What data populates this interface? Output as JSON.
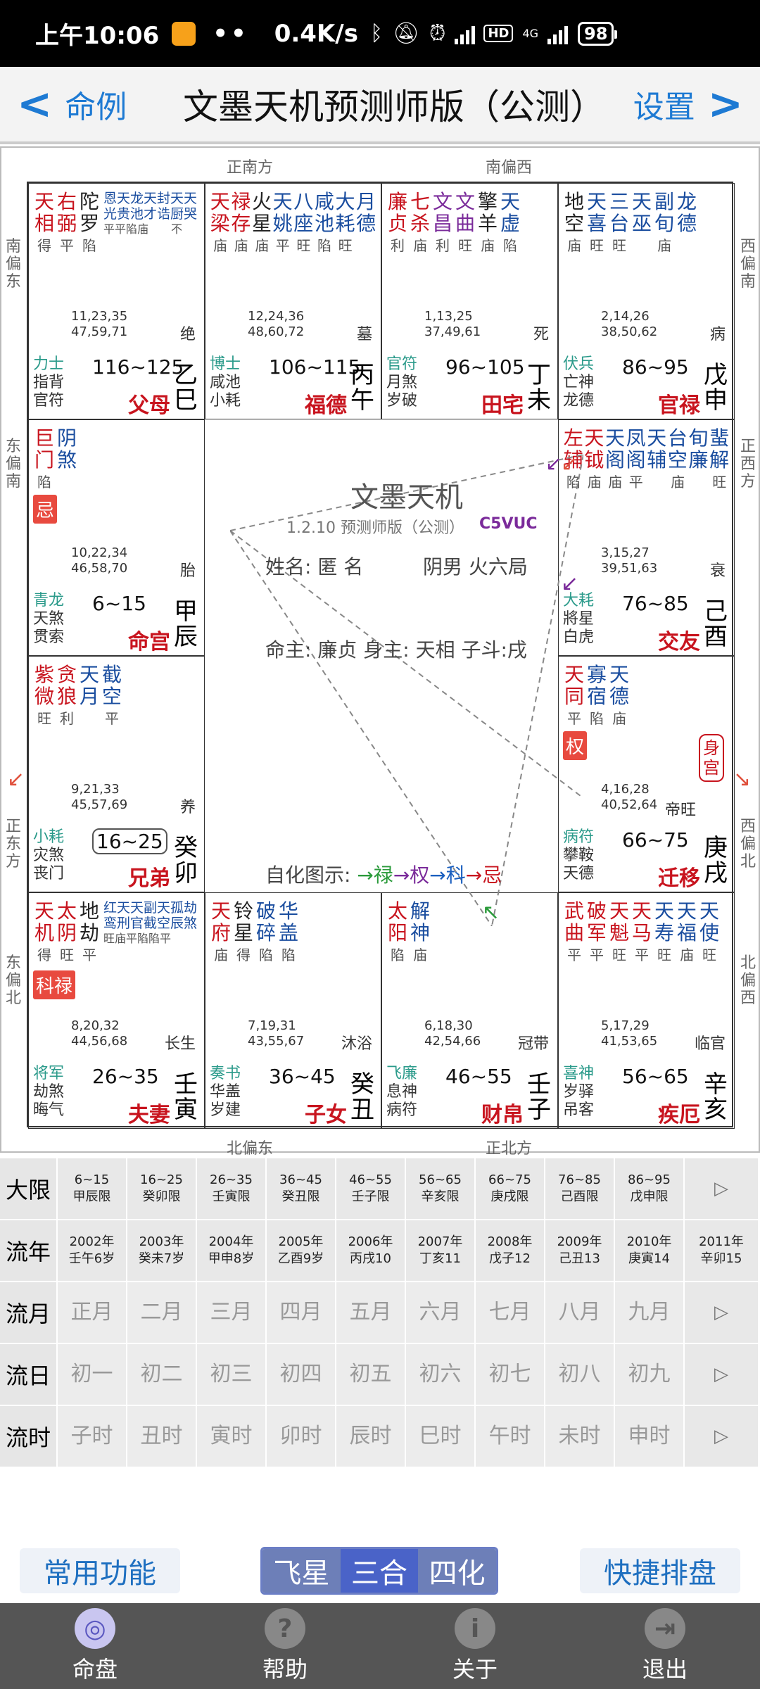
{
  "status_bar": {
    "time": "上午10:06",
    "dots": "••",
    "speed": "0.4K/s",
    "hd": "HD",
    "net": "4G",
    "battery": "98"
  },
  "header": {
    "back_label": "命例",
    "title": "文墨天机预测师版（公测）",
    "settings_label": "设置"
  },
  "directions": {
    "top_left": "正南方",
    "top_right": "南偏西",
    "bottom_left": "北偏东",
    "bottom_right": "正北方",
    "left_1": "南偏东",
    "left_2": "东偏南",
    "left_3": "正东方",
    "left_4": "东偏北",
    "right_1": "西偏南",
    "right_2": "正西方",
    "right_3": "西偏北",
    "right_4": "北偏西"
  },
  "cells": {
    "si": {
      "stars": [
        [
          "天",
          "相",
          "得",
          "red"
        ],
        [
          "右",
          "弼",
          "平",
          "red"
        ],
        [
          "陀",
          "罗",
          "陷",
          "black"
        ]
      ],
      "minor_top": "恩天龙天封天天",
      "minor_bottom": "光贵池才诰厨哭",
      "minor_bright": "平平陷庙　　不",
      "nums1": "11,23,35",
      "nums2": "47,59,71",
      "life": "绝",
      "god1": "力士",
      "god2": "指背",
      "god3": "官符",
      "range": "116~125",
      "palace": "父母",
      "gz1": "乙",
      "gz2": "巳"
    },
    "wu": {
      "stars": [
        [
          "天",
          "梁",
          "庙",
          "red"
        ],
        [
          "禄",
          "存",
          "庙",
          "red"
        ],
        [
          "火",
          "星",
          "庙",
          "black"
        ],
        [
          "天",
          "姚",
          "平",
          "blue"
        ],
        [
          "八",
          "座",
          "旺",
          "blue"
        ],
        [
          "咸",
          "池",
          "陷",
          "blue"
        ],
        [
          "大",
          "耗",
          "旺",
          "blue"
        ],
        [
          "月",
          "德",
          "",
          "blue"
        ]
      ],
      "nums1": "12,24,36",
      "nums2": "48,60,72",
      "life": "墓",
      "god1": "博士",
      "god2": "咸池",
      "god3": "小耗",
      "range": "106~115",
      "palace": "福德",
      "gz1": "丙",
      "gz2": "午"
    },
    "wei": {
      "stars": [
        [
          "廉",
          "贞",
          "利",
          "red"
        ],
        [
          "七",
          "杀",
          "庙",
          "red"
        ],
        [
          "文",
          "昌",
          "利",
          "purple"
        ],
        [
          "文",
          "曲",
          "旺",
          "purple"
        ],
        [
          "擎",
          "羊",
          "庙",
          "black"
        ],
        [
          "天",
          "虚",
          "陷",
          "blue"
        ]
      ],
      "nums1": "1,13,25",
      "nums2": "37,49,61",
      "life": "死",
      "god1": "官符",
      "god2": "月煞",
      "god3": "岁破",
      "range": "96~105",
      "palace": "田宅",
      "gz1": "丁",
      "gz2": "未"
    },
    "shen": {
      "stars": [
        [
          "地",
          "空",
          "庙",
          "black"
        ],
        [
          "天",
          "喜",
          "旺",
          "blue"
        ],
        [
          "三",
          "台",
          "旺",
          "blue"
        ],
        [
          "天",
          "巫",
          "",
          "blue"
        ],
        [
          "副",
          "旬",
          "庙",
          "blue"
        ],
        [
          "龙",
          "德",
          "",
          "blue"
        ]
      ],
      "nums1": "2,14,26",
      "nums2": "38,50,62",
      "life": "病",
      "god1": "伏兵",
      "god2": "亡神",
      "god3": "龙德",
      "range": "86~95",
      "palace": "官禄",
      "gz1": "戊",
      "gz2": "申"
    },
    "chen": {
      "stars": [
        [
          "巨",
          "门",
          "陷",
          "red"
        ],
        [
          "阴",
          "煞",
          "",
          "blue"
        ]
      ],
      "hua": "忌",
      "nums1": "10,22,34",
      "nums2": "46,58,70",
      "life": "胎",
      "god1": "青龙",
      "god2": "天煞",
      "god3": "贯索",
      "range": "6~15",
      "palace": "命宫",
      "gz1": "甲",
      "gz2": "辰"
    },
    "you": {
      "stars": [
        [
          "左",
          "辅",
          "陷",
          "red"
        ],
        [
          "天",
          "钺",
          "庙",
          "red"
        ],
        [
          "天",
          "阁",
          "庙",
          "blue"
        ],
        [
          "凤",
          "阁",
          "平",
          "blue"
        ],
        [
          "天",
          "辅",
          "",
          "blue"
        ],
        [
          "台",
          "空",
          "庙",
          "blue"
        ],
        [
          "旬",
          "廉",
          "",
          "blue"
        ],
        [
          "蜚",
          "解",
          "旺",
          "blue"
        ]
      ],
      "nums1": "3,15,27",
      "nums2": "39,51,63",
      "life": "衰",
      "god1": "大耗",
      "god2": "將星",
      "god3": "白虎",
      "range": "76~85",
      "palace": "交友",
      "gz1": "己",
      "gz2": "酉"
    },
    "mao": {
      "stars": [
        [
          "紫",
          "微",
          "旺",
          "red"
        ],
        [
          "贪",
          "狼",
          "利",
          "red"
        ],
        [
          "天",
          "月",
          "",
          "blue"
        ],
        [
          "截",
          "空",
          "平",
          "blue"
        ]
      ],
      "nums1": "9,21,33",
      "nums2": "45,57,69",
      "life": "养",
      "god1": "小耗",
      "god2": "灾煞",
      "god3": "丧门",
      "range": "16~25",
      "palace": "兄弟",
      "gz1": "癸",
      "gz2": "卯"
    },
    "xu": {
      "stars": [
        [
          "天",
          "同",
          "平",
          "red"
        ],
        [
          "寡",
          "宿",
          "陷",
          "blue"
        ],
        [
          "天",
          "德",
          "庙",
          "blue"
        ]
      ],
      "hua": "权",
      "seal": "身宫",
      "nums1": "4,16,28",
      "nums2": "40,52,64",
      "life": "帝旺",
      "god1": "病符",
      "god2": "攀鞍",
      "god3": "天德",
      "range": "66~75",
      "palace": "迁移",
      "gz1": "庚",
      "gz2": "戌"
    },
    "yin": {
      "stars": [
        [
          "天",
          "机",
          "得",
          "red"
        ],
        [
          "太",
          "阴",
          "旺",
          "red"
        ],
        [
          "地",
          "劫",
          "平",
          "black"
        ]
      ],
      "minor_top": "红天天副天孤劫",
      "minor_bottom": "鸾刑官截空辰煞",
      "minor_bright": "旺庙平陷陷平",
      "hua": "科禄",
      "nums1": "8,20,32",
      "nums2": "44,56,68",
      "life": "长生",
      "god1": "将军",
      "god2": "劫煞",
      "god3": "晦气",
      "range": "26~35",
      "palace": "夫妻",
      "gz1": "壬",
      "gz2": "寅"
    },
    "chou": {
      "stars": [
        [
          "天",
          "府",
          "庙",
          "red"
        ],
        [
          "铃",
          "星",
          "得",
          "black"
        ],
        [
          "破",
          "碎",
          "陷",
          "blue"
        ],
        [
          "华",
          "盖",
          "陷",
          "blue"
        ]
      ],
      "nums1": "7,19,31",
      "nums2": "43,55,67",
      "life": "沐浴",
      "god1": "奏书",
      "god2": "华盖",
      "god3": "岁建",
      "range": "36~45",
      "palace": "子女",
      "gz1": "癸",
      "gz2": "丑"
    },
    "zi": {
      "stars": [
        [
          "太",
          "阳",
          "陷",
          "red"
        ],
        [
          "解",
          "神",
          "庙",
          "blue"
        ]
      ],
      "nums1": "6,18,30",
      "nums2": "42,54,66",
      "life": "冠带",
      "god1": "飞廉",
      "god2": "息神",
      "god3": "病符",
      "range": "46~55",
      "palace": "财帛",
      "gz1": "壬",
      "gz2": "子"
    },
    "hai": {
      "stars": [
        [
          "武",
          "曲",
          "平",
          "red"
        ],
        [
          "破",
          "军",
          "平",
          "red"
        ],
        [
          "天",
          "魁",
          "旺",
          "red"
        ],
        [
          "天",
          "马",
          "平",
          "red"
        ],
        [
          "天",
          "寿",
          "旺",
          "blue"
        ],
        [
          "天",
          "福",
          "庙",
          "blue"
        ],
        [
          "天",
          "使",
          "旺",
          "blue"
        ]
      ],
      "nums1": "5,17,29",
      "nums2": "41,53,65",
      "life": "临官",
      "god1": "喜神",
      "god2": "岁驿",
      "god3": "吊客",
      "range": "56~65",
      "palace": "疾厄",
      "gz1": "辛",
      "gz2": "亥"
    }
  },
  "center": {
    "title": "文墨天机",
    "version": "1.2.10 预测师版（公测）",
    "code": "C5VUC",
    "name": "姓名: 匿 名",
    "gender": "阴男 火六局",
    "master": "命主: 廉贞 身主: 天相 子斗:戌",
    "self_label": "自化图示:",
    "self_lu": "→禄",
    "self_quan": "→权",
    "self_ke": "→科",
    "self_ji": "→忌"
  },
  "table": {
    "daxian": {
      "label": "大限",
      "cells": [
        [
          "6~15",
          "甲辰限"
        ],
        [
          "16~25",
          "癸卯限"
        ],
        [
          "26~35",
          "壬寅限"
        ],
        [
          "36~45",
          "癸丑限"
        ],
        [
          "46~55",
          "壬子限"
        ],
        [
          "56~65",
          "辛亥限"
        ],
        [
          "66~75",
          "庚戌限"
        ],
        [
          "76~85",
          "己酉限"
        ],
        [
          "86~95",
          "戊申限"
        ]
      ],
      "arrow": "▷"
    },
    "liunian": {
      "label": "流年",
      "cells": [
        [
          "2002年",
          "壬午6岁"
        ],
        [
          "2003年",
          "癸未7岁"
        ],
        [
          "2004年",
          "甲申8岁"
        ],
        [
          "2005年",
          "乙酉9岁"
        ],
        [
          "2006年",
          "丙戌10"
        ],
        [
          "2007年",
          "丁亥11"
        ],
        [
          "2008年",
          "戊子12"
        ],
        [
          "2009年",
          "己丑13"
        ],
        [
          "2010年",
          "庚寅14"
        ]
      ],
      "last": [
        "2011年",
        "辛卯15"
      ]
    },
    "liuyue": {
      "label": "流月",
      "cells": [
        "正月",
        "二月",
        "三月",
        "四月",
        "五月",
        "六月",
        "七月",
        "八月",
        "九月"
      ],
      "arrow": "▷"
    },
    "liuri": {
      "label": "流日",
      "cells": [
        "初一",
        "初二",
        "初三",
        "初四",
        "初五",
        "初六",
        "初七",
        "初八",
        "初九"
      ],
      "arrow": "▷"
    },
    "liushi": {
      "label": "流时",
      "cells": [
        "子时",
        "丑时",
        "寅时",
        "卯时",
        "辰时",
        "巳时",
        "午时",
        "未时",
        "申时"
      ],
      "arrow": "▷"
    }
  },
  "buttons": {
    "common": "常用功能",
    "fly": "飞星",
    "sanhe": "三合",
    "sihua": "四化",
    "quick": "快捷排盘"
  },
  "nav": {
    "items": [
      "命盘",
      "帮助",
      "关于",
      "退出"
    ]
  }
}
